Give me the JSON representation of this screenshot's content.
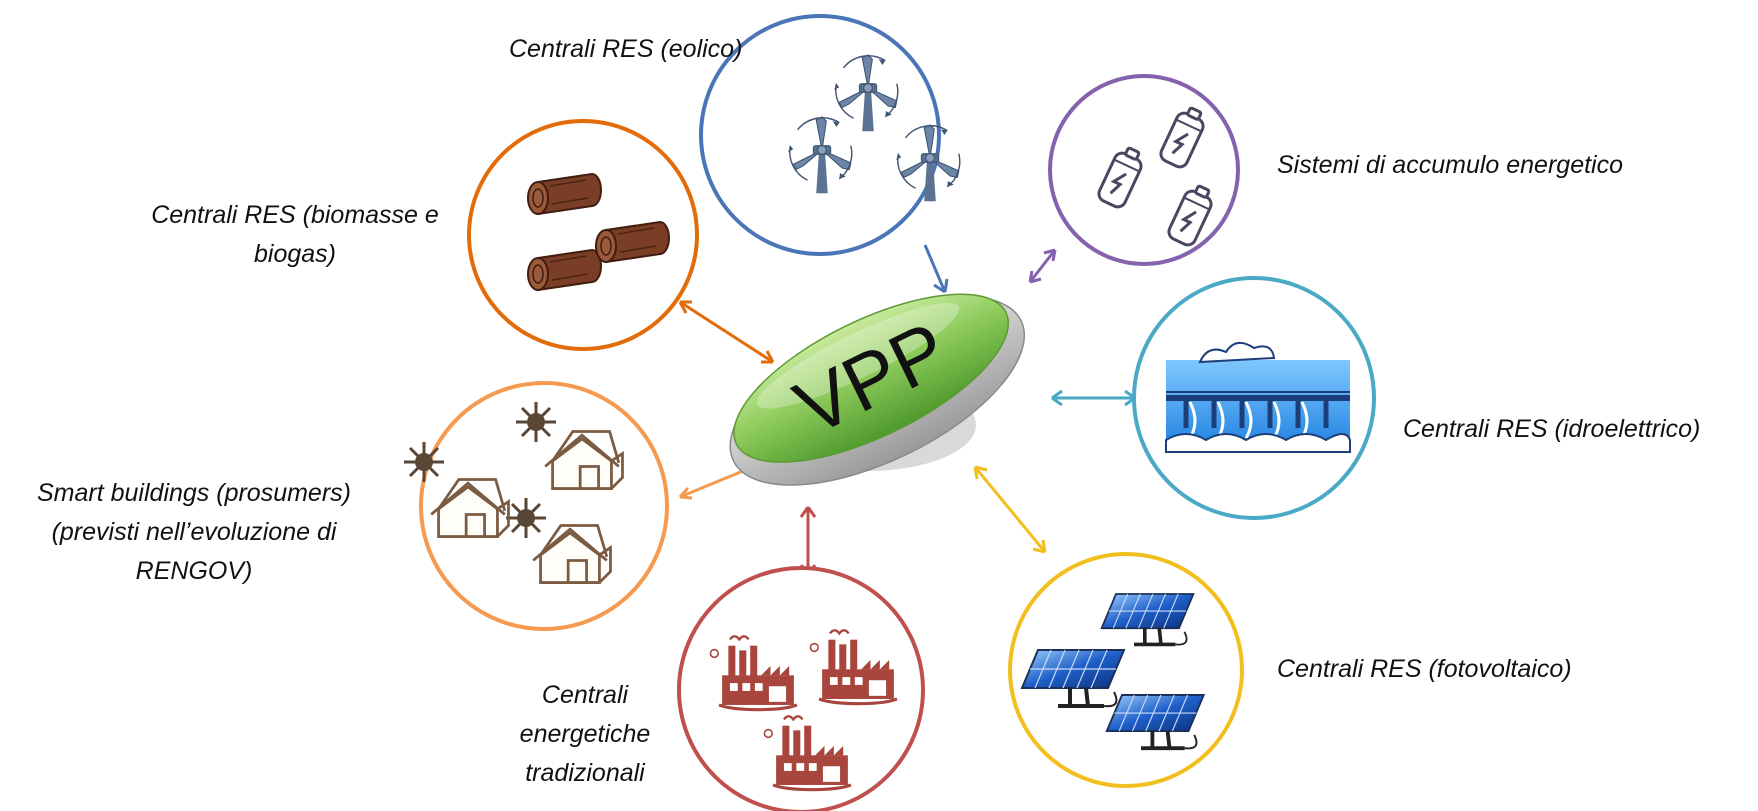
{
  "center": {
    "label": "VPP"
  },
  "nodes": {
    "eolico": {
      "label": "Centrali RES (eolico)",
      "color": "#4a76b8",
      "icon": "wind-turbines-icon"
    },
    "accumulo": {
      "label": "Sistemi di accumulo energetico",
      "color": "#8462ad",
      "icon": "battery-icon"
    },
    "idro": {
      "label": "Centrali RES (idroelettrico)",
      "color": "#4aa9c5",
      "icon": "hydroelectric-dam-icon"
    },
    "fotovoltaico": {
      "label": "Centrali RES (fotovoltaico)",
      "color": "#f2bf1e",
      "icon": "solar-panels-icon"
    },
    "tradizionali": {
      "label_lines": [
        "Centrali",
        "energetiche",
        "tradizionali"
      ],
      "color": "#c0504d",
      "icon": "factory-icon"
    },
    "smart": {
      "label_lines": [
        "Smart buildings (prosumers)",
        "(previsti nell’evoluzione di",
        "RENGOV)"
      ],
      "color": "#f59a4e",
      "icon": "smart-house-icon"
    },
    "biomasse": {
      "label_lines": [
        "Centrali RES (biomasse e",
        "biogas)"
      ],
      "color": "#e36c0a",
      "icon": "firewood-logs-icon"
    }
  }
}
